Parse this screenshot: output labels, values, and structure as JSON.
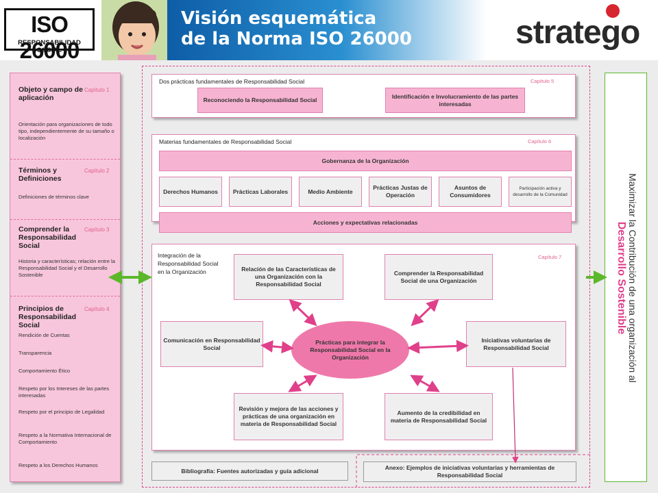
{
  "header": {
    "logo_main": "ISO 26000",
    "logo_sub": "RESPONSABILIDAD SOCIAL",
    "title_line1": "Visión esquemática",
    "title_line2": "de la Norma ISO 26000",
    "brand": "stratego"
  },
  "sidebar": {
    "sections": [
      {
        "title": "Objeto y campo de aplicación",
        "cap": "Capítulo 1",
        "desc": "Orientación para organizaciones de todo tipo, independientemente de su tamaño o localización"
      },
      {
        "title": "Términos y Definiciones",
        "cap": "Capítulo 2",
        "desc": "Definiciones de términos clave"
      },
      {
        "title": "Comprender la Responsabilidad Social",
        "cap": "Capítulo 3",
        "desc": "Historia y características; relación entre la Responsabilidad Social y el Desarrollo Sostenible"
      },
      {
        "title": "Principios de Responsabilidad Social",
        "cap": "Capítulo 4",
        "items": [
          "Rendición de Cuentas",
          "Transparencia",
          "Comportamiento Ético",
          "Respeto por los Intereses de las partes interesadas",
          "Respeto por el principio de Legalidad",
          "Respeto a la Normativa Internacional de Comportamiento",
          "Respeto a los Derechos Humanos"
        ]
      }
    ]
  },
  "right_box": {
    "line1": "Maximizar la Contribución de una organización al",
    "line2": "Desarrollo Sostenible"
  },
  "panel5": {
    "title": "Dos prácticas fundamentales de Responsabilidad Social",
    "cap": "Capítulo 5",
    "box1": "Reconociendo la Responsabilidad Social",
    "box2": "Identificación e Involucramiento de las partes interesadas"
  },
  "panel6": {
    "title": "Materias fundamentales de Responsabilidad Social",
    "cap": "Capítulo 6",
    "governance": "Gobernanza de la Organización",
    "subjects": [
      "Derechos Humanos",
      "Prácticas Laborales",
      "Medio Ambiente",
      "Prácticas Justas de Operación",
      "Asuntos de Consumidores",
      "Participación activa y desarrollo de la Comunidad"
    ],
    "actions": "Acciones y expectativas relacionadas"
  },
  "panel7": {
    "title": "Integración de la Responsabilidad Social en la Organización",
    "cap": "Capítulo 7",
    "center": "Prácticas para integrar la Responsabilidad Social en la Organización",
    "top_left": "Relación de las Características de una Organización con la Responsabilidad Social",
    "top_right": "Comprender la Responsabilidad Social de una Organización",
    "mid_left": "Comunicación en Responsabilidad Social",
    "mid_right": "Iniciativas voluntarias de Responsabilidad Social",
    "bot_left": "Revisión y mejora de las acciones y prácticas de una organización en materia de Responsabilidad Social",
    "bot_right": "Aumento de la credibilidad en materia de Responsabilidad Social"
  },
  "footer": {
    "bibliography": "Bibliografía: Fuentes autorizadas y guía adicional",
    "annex": "Anexo: Ejemplos de iniciativas voluntarias y herramientas de Responsabilidad Social"
  },
  "colors": {
    "pink": "#f7b4d2",
    "pink_border": "#e080ae",
    "magenta": "#e0408a",
    "green": "#5cb82a",
    "blue": "#0d5ca6"
  }
}
